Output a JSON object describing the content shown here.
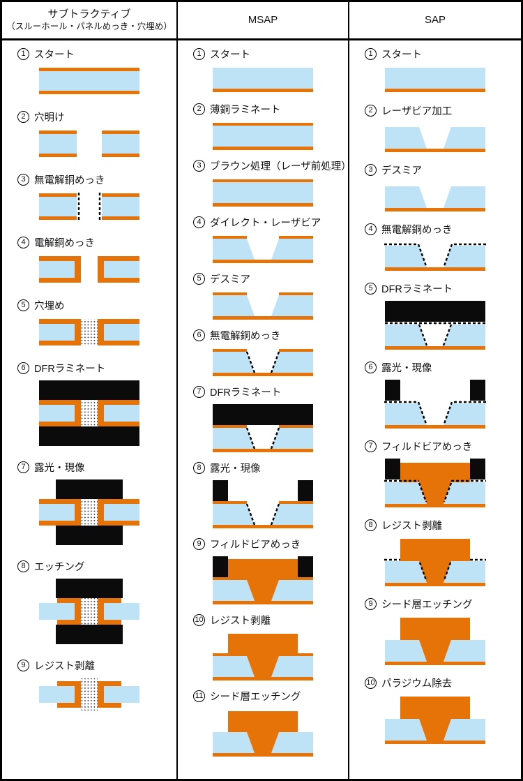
{
  "colors": {
    "copper": "#E67308",
    "substrate": "#BEE3F7",
    "resist": "#0B0B0B",
    "hole_fill": "dotted-pattern"
  },
  "columns": [
    {
      "id": "subtractive",
      "header": "サブトラクティブ",
      "header_sub": "（スルーホール・パネルめっき・穴埋め）",
      "steps": [
        {
          "num": "1",
          "label": "スタート"
        },
        {
          "num": "2",
          "label": "穴明け"
        },
        {
          "num": "3",
          "label": "無電解銅めっき"
        },
        {
          "num": "4",
          "label": "電解銅めっき"
        },
        {
          "num": "5",
          "label": "穴埋め"
        },
        {
          "num": "6",
          "label": "DFRラミネート"
        },
        {
          "num": "7",
          "label": "露光・現像"
        },
        {
          "num": "8",
          "label": "エッチング"
        },
        {
          "num": "9",
          "label": "レジスト剥離"
        }
      ]
    },
    {
      "id": "msap",
      "header": "MSAP",
      "steps": [
        {
          "num": "1",
          "label": "スタート"
        },
        {
          "num": "2",
          "label": "薄銅ラミネート"
        },
        {
          "num": "3",
          "label": "ブラウン処理（レーザ前処理）"
        },
        {
          "num": "4",
          "label": "ダイレクト・レーザビア"
        },
        {
          "num": "5",
          "label": "デスミア"
        },
        {
          "num": "6",
          "label": "無電解銅めっき"
        },
        {
          "num": "7",
          "label": "DFRラミネート"
        },
        {
          "num": "8",
          "label": "露光・現像"
        },
        {
          "num": "9",
          "label": "フィルドビアめっき"
        },
        {
          "num": "10",
          "label": "レジスト剥離"
        },
        {
          "num": "11",
          "label": "シード層エッチング"
        }
      ]
    },
    {
      "id": "sap",
      "header": "SAP",
      "steps": [
        {
          "num": "1",
          "label": "スタート"
        },
        {
          "num": "2",
          "label": "レーザビア加工"
        },
        {
          "num": "3",
          "label": "デスミア"
        },
        {
          "num": "4",
          "label": "無電解銅めっき"
        },
        {
          "num": "5",
          "label": "DFRラミネート"
        },
        {
          "num": "6",
          "label": "露光・現像"
        },
        {
          "num": "7",
          "label": "フィルドビアめっき"
        },
        {
          "num": "8",
          "label": "レジスト剥離"
        },
        {
          "num": "9",
          "label": "シード層エッチング"
        },
        {
          "num": "10",
          "label": "パラジウム除去"
        }
      ]
    }
  ]
}
